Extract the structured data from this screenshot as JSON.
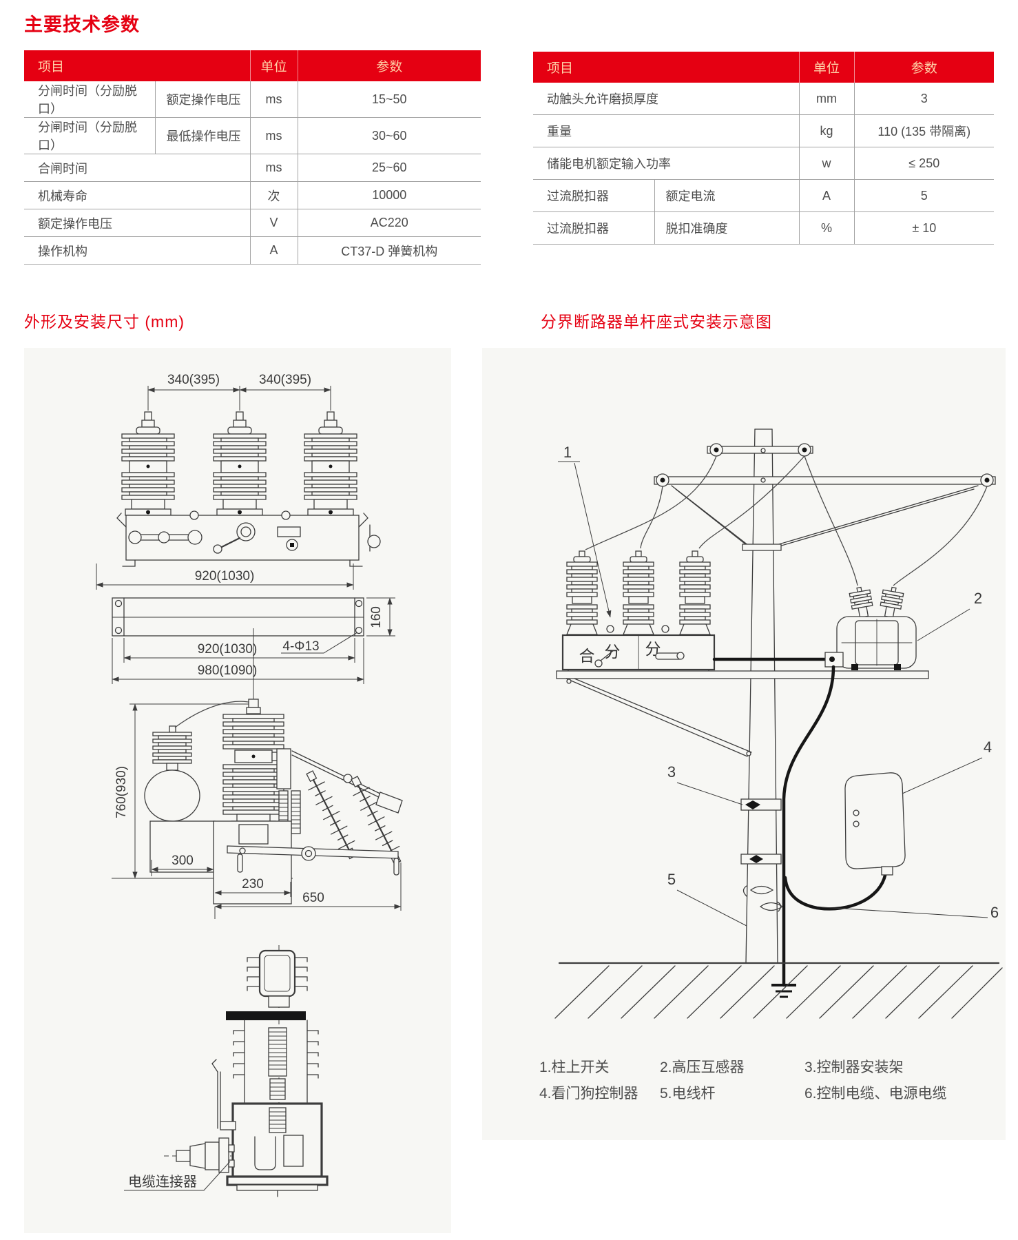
{
  "headings": {
    "main": "主要技术参数",
    "left_section": "外形及安装尺寸 (mm)",
    "right_section": "分界断路器单杆座式安装示意图"
  },
  "left_table": {
    "col_item": "项目",
    "col_unit": "单位",
    "col_param": "参数",
    "rows": [
      {
        "item": "分闸时间（分励脱口）",
        "sub": "额定操作电压",
        "unit": "ms",
        "param": "15~50"
      },
      {
        "item": "分闸时间（分励脱口）",
        "sub": "最低操作电压",
        "unit": "ms",
        "param": "30~60"
      },
      {
        "item": "合闸时间",
        "unit": "ms",
        "param": "25~60"
      },
      {
        "item": "机械寿命",
        "unit": "次",
        "param": "10000"
      },
      {
        "item": "额定操作电压",
        "unit": "V",
        "param": "AC220"
      },
      {
        "item": "操作机构",
        "unit": "A",
        "param": "CT37-D 弹簧机构"
      }
    ]
  },
  "right_table": {
    "col_item": "项目",
    "col_unit": "单位",
    "col_param": "参数",
    "rows": [
      {
        "item": "动触头允许磨损厚度",
        "unit": "mm",
        "param": "3"
      },
      {
        "item": "重量",
        "unit": "kg",
        "param": "110 (135 带隔离)"
      },
      {
        "item": "储能电机额定输入功率",
        "unit": "w",
        "param": "≤ 250"
      },
      {
        "item": "过流脱扣器",
        "sub": "额定电流",
        "unit": "A",
        "param": "5"
      },
      {
        "item": "过流脱扣器",
        "sub": "脱扣准确度",
        "unit": "%",
        "param": "± 10"
      }
    ]
  },
  "outline": {
    "dims": {
      "span_a": "340(395)",
      "span_b": "340(395)",
      "width_front": "920(1030)",
      "plan_depth": "160",
      "plan_width": "920(1030)",
      "plan_width_outer": "980(1090)",
      "holes": "4-Φ13",
      "height_side": "760(930)",
      "d300": "300",
      "d230": "230",
      "d650": "650"
    },
    "cable_label": "电缆连接器"
  },
  "install": {
    "switch": {
      "close": "合",
      "open1": "分",
      "open2": "分"
    },
    "callouts": {
      "c1": "1",
      "c2": "2",
      "c3": "3",
      "c4": "4",
      "c5": "5",
      "c6": "6"
    },
    "legend": [
      {
        "text": "1.柱上开关"
      },
      {
        "text": "2.高压互感器"
      },
      {
        "text": "3.控制器安装架"
      },
      {
        "text": "4.看门狗控制器"
      },
      {
        "text": "5.电线杆"
      },
      {
        "text": "6.控制电缆、电源电缆"
      }
    ]
  }
}
